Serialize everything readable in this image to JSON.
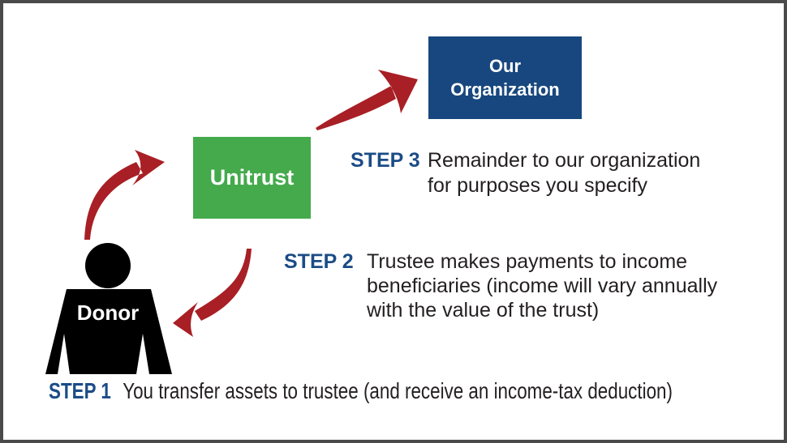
{
  "boxes": {
    "organization": {
      "lines": [
        "Our",
        "Organization"
      ],
      "bg": "#17477e",
      "text_color": "#ffffff"
    },
    "unitrust": {
      "label": "Unitrust",
      "bg": "#44aa4c",
      "text_color": "#ffffff"
    },
    "donor": {
      "label": "Donor",
      "fill": "#000000",
      "text_color": "#ffffff"
    }
  },
  "steps": {
    "step1": {
      "label": "STEP 1",
      "text": "You transfer assets to trustee (and receive an income-tax deduction)"
    },
    "step2": {
      "label": "STEP 2",
      "lines": [
        "Trustee makes payments to income",
        "beneficiaries (income will vary annually",
        "with the value of the trust)"
      ]
    },
    "step3": {
      "label": "STEP 3",
      "lines": [
        "Remainder to our organization",
        "for purposes you specify"
      ]
    }
  },
  "icons": {
    "arrow_donor_to_unitrust": "curved-red-arrow-up-right",
    "arrow_unitrust_to_organization": "red-arrow-up-right",
    "arrow_unitrust_to_donor": "curved-red-arrow-down-left",
    "donor_figure": "person-silhouette"
  },
  "colors": {
    "arrow": "#a81f25",
    "step_label": "#1b4c86",
    "body_text": "#231f20",
    "border": "#4a4a4a",
    "background": "#ffffff"
  }
}
